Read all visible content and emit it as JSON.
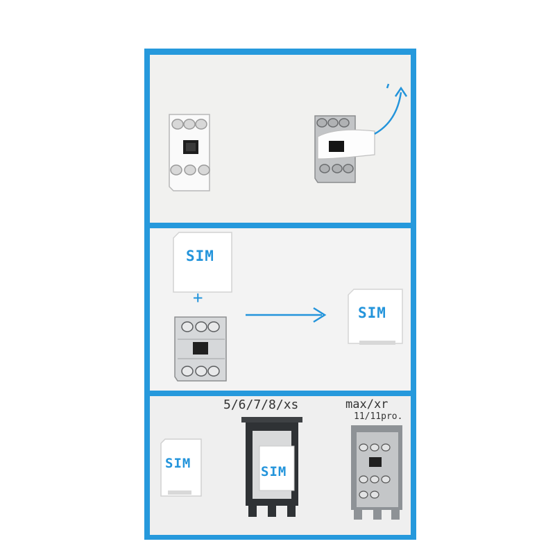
{
  "colors": {
    "frame": "#2699dc",
    "accent": "#2394db",
    "chip_silver": "#c9cbcd",
    "card_white": "#ffffff"
  },
  "step1": {
    "arrow_icon": "curved-arrow-up-right"
  },
  "step2": {
    "sim_card_label": "SIM",
    "plus_symbol": "+",
    "result_sim_label": "SIM",
    "arrow_icon": "arrow-right"
  },
  "step3": {
    "sim_card_label": "SIM",
    "tray_small_models": "5/6/7/8/xs",
    "tray_small_sim_label": "SIM",
    "tray_large_models": "max/xr",
    "tray_large_models_2": "11/11pro."
  }
}
